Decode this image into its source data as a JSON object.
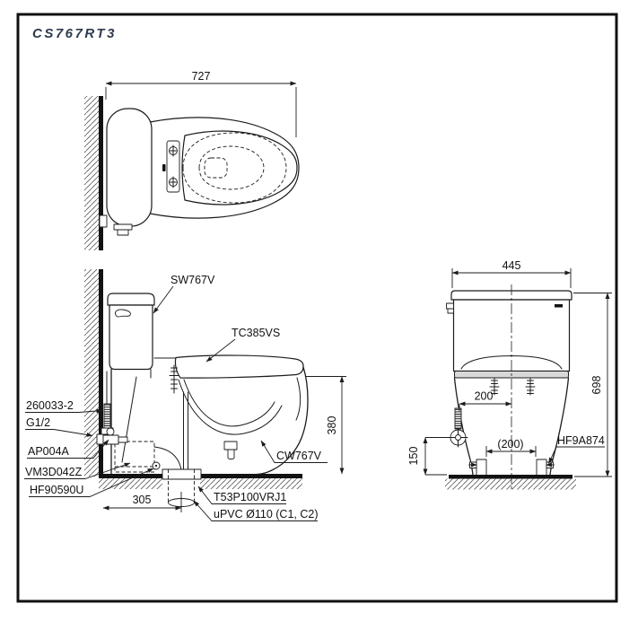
{
  "title": "CS767RT3",
  "colors": {
    "line": "#1c1c1c",
    "title": "#2e3b4e",
    "background": "#ffffff"
  },
  "top_view": {
    "dim_depth": "727"
  },
  "side_view": {
    "callouts": {
      "tank": "SW767V",
      "seat_lid": "TC385VS",
      "bowl": "CW767V",
      "floor_flange": "T53P100VRJ1",
      "drain_pipe": "uPVC Ø110 (C1, C2)"
    },
    "left_callouts": [
      "260033-2",
      "G1/2",
      "AP004A",
      "VM3D042Z",
      "HF90590U"
    ],
    "dim_height": "380",
    "dim_rough_in": "305"
  },
  "front_view": {
    "callout_bolt_cap": "HF9A874",
    "dim_width": "445",
    "dim_height": "698",
    "dim_supply_offset": "200",
    "dim_bolt_spacing": "(200)",
    "dim_supply_height": "150"
  }
}
